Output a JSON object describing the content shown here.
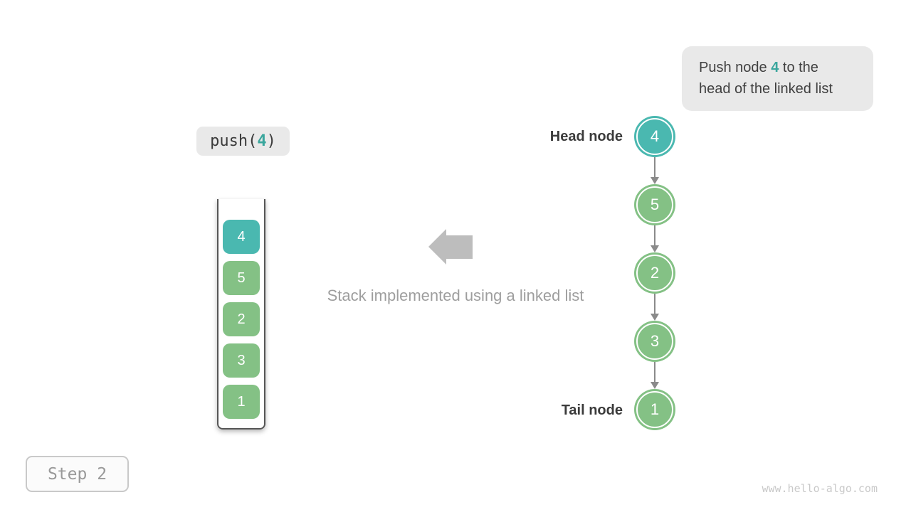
{
  "colors": {
    "highlight": "#4ab8b0",
    "highlight_text": "#3aa69d",
    "normal_green": "#84c185",
    "arrow_gray": "#8a8a8a",
    "block_arrow_gray": "#bdbdbd",
    "label_dark": "#3b3b3b",
    "muted_gray": "#9e9e9e"
  },
  "callout": {
    "prefix": "Push node ",
    "value": "4",
    "suffix": " to the head of the linked list"
  },
  "operation": {
    "prefix": "push(",
    "value": "4",
    "suffix": ")"
  },
  "stack": {
    "items": [
      {
        "value": "4",
        "highlight": true
      },
      {
        "value": "5",
        "highlight": false
      },
      {
        "value": "2",
        "highlight": false
      },
      {
        "value": "3",
        "highlight": false
      },
      {
        "value": "1",
        "highlight": false
      }
    ]
  },
  "linked_list": {
    "head_label": "Head node",
    "tail_label": "Tail node",
    "nodes": [
      {
        "value": "4",
        "highlight": true
      },
      {
        "value": "5",
        "highlight": false
      },
      {
        "value": "2",
        "highlight": false
      },
      {
        "value": "3",
        "highlight": false
      },
      {
        "value": "1",
        "highlight": false
      }
    ]
  },
  "caption": "Stack implemented using a linked list",
  "step_label": "Step 2",
  "watermark": "www.hello-algo.com"
}
